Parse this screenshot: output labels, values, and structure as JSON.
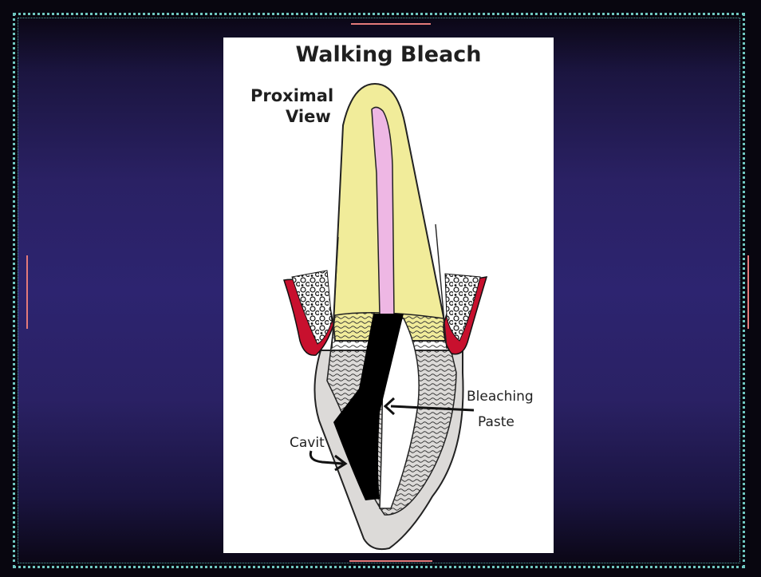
{
  "slide": {
    "title": "Walking Bleach",
    "subtitle_line1": "Proximal",
    "subtitle_line2": "View",
    "labels": {
      "bleaching_paste_line1": "Bleaching",
      "bleaching_paste_line2": "Paste",
      "cavit": "Cavit"
    }
  },
  "colors": {
    "enamel": "#f1ec9a",
    "pulp": "#eeb7e4",
    "root_cementum": "#dcdad8",
    "gingiva": "#c8102e",
    "fill_black": "#000000",
    "frame_dots": "#6fc7c0",
    "accent_lines": "#e47a7a",
    "background": "#2d2470"
  }
}
